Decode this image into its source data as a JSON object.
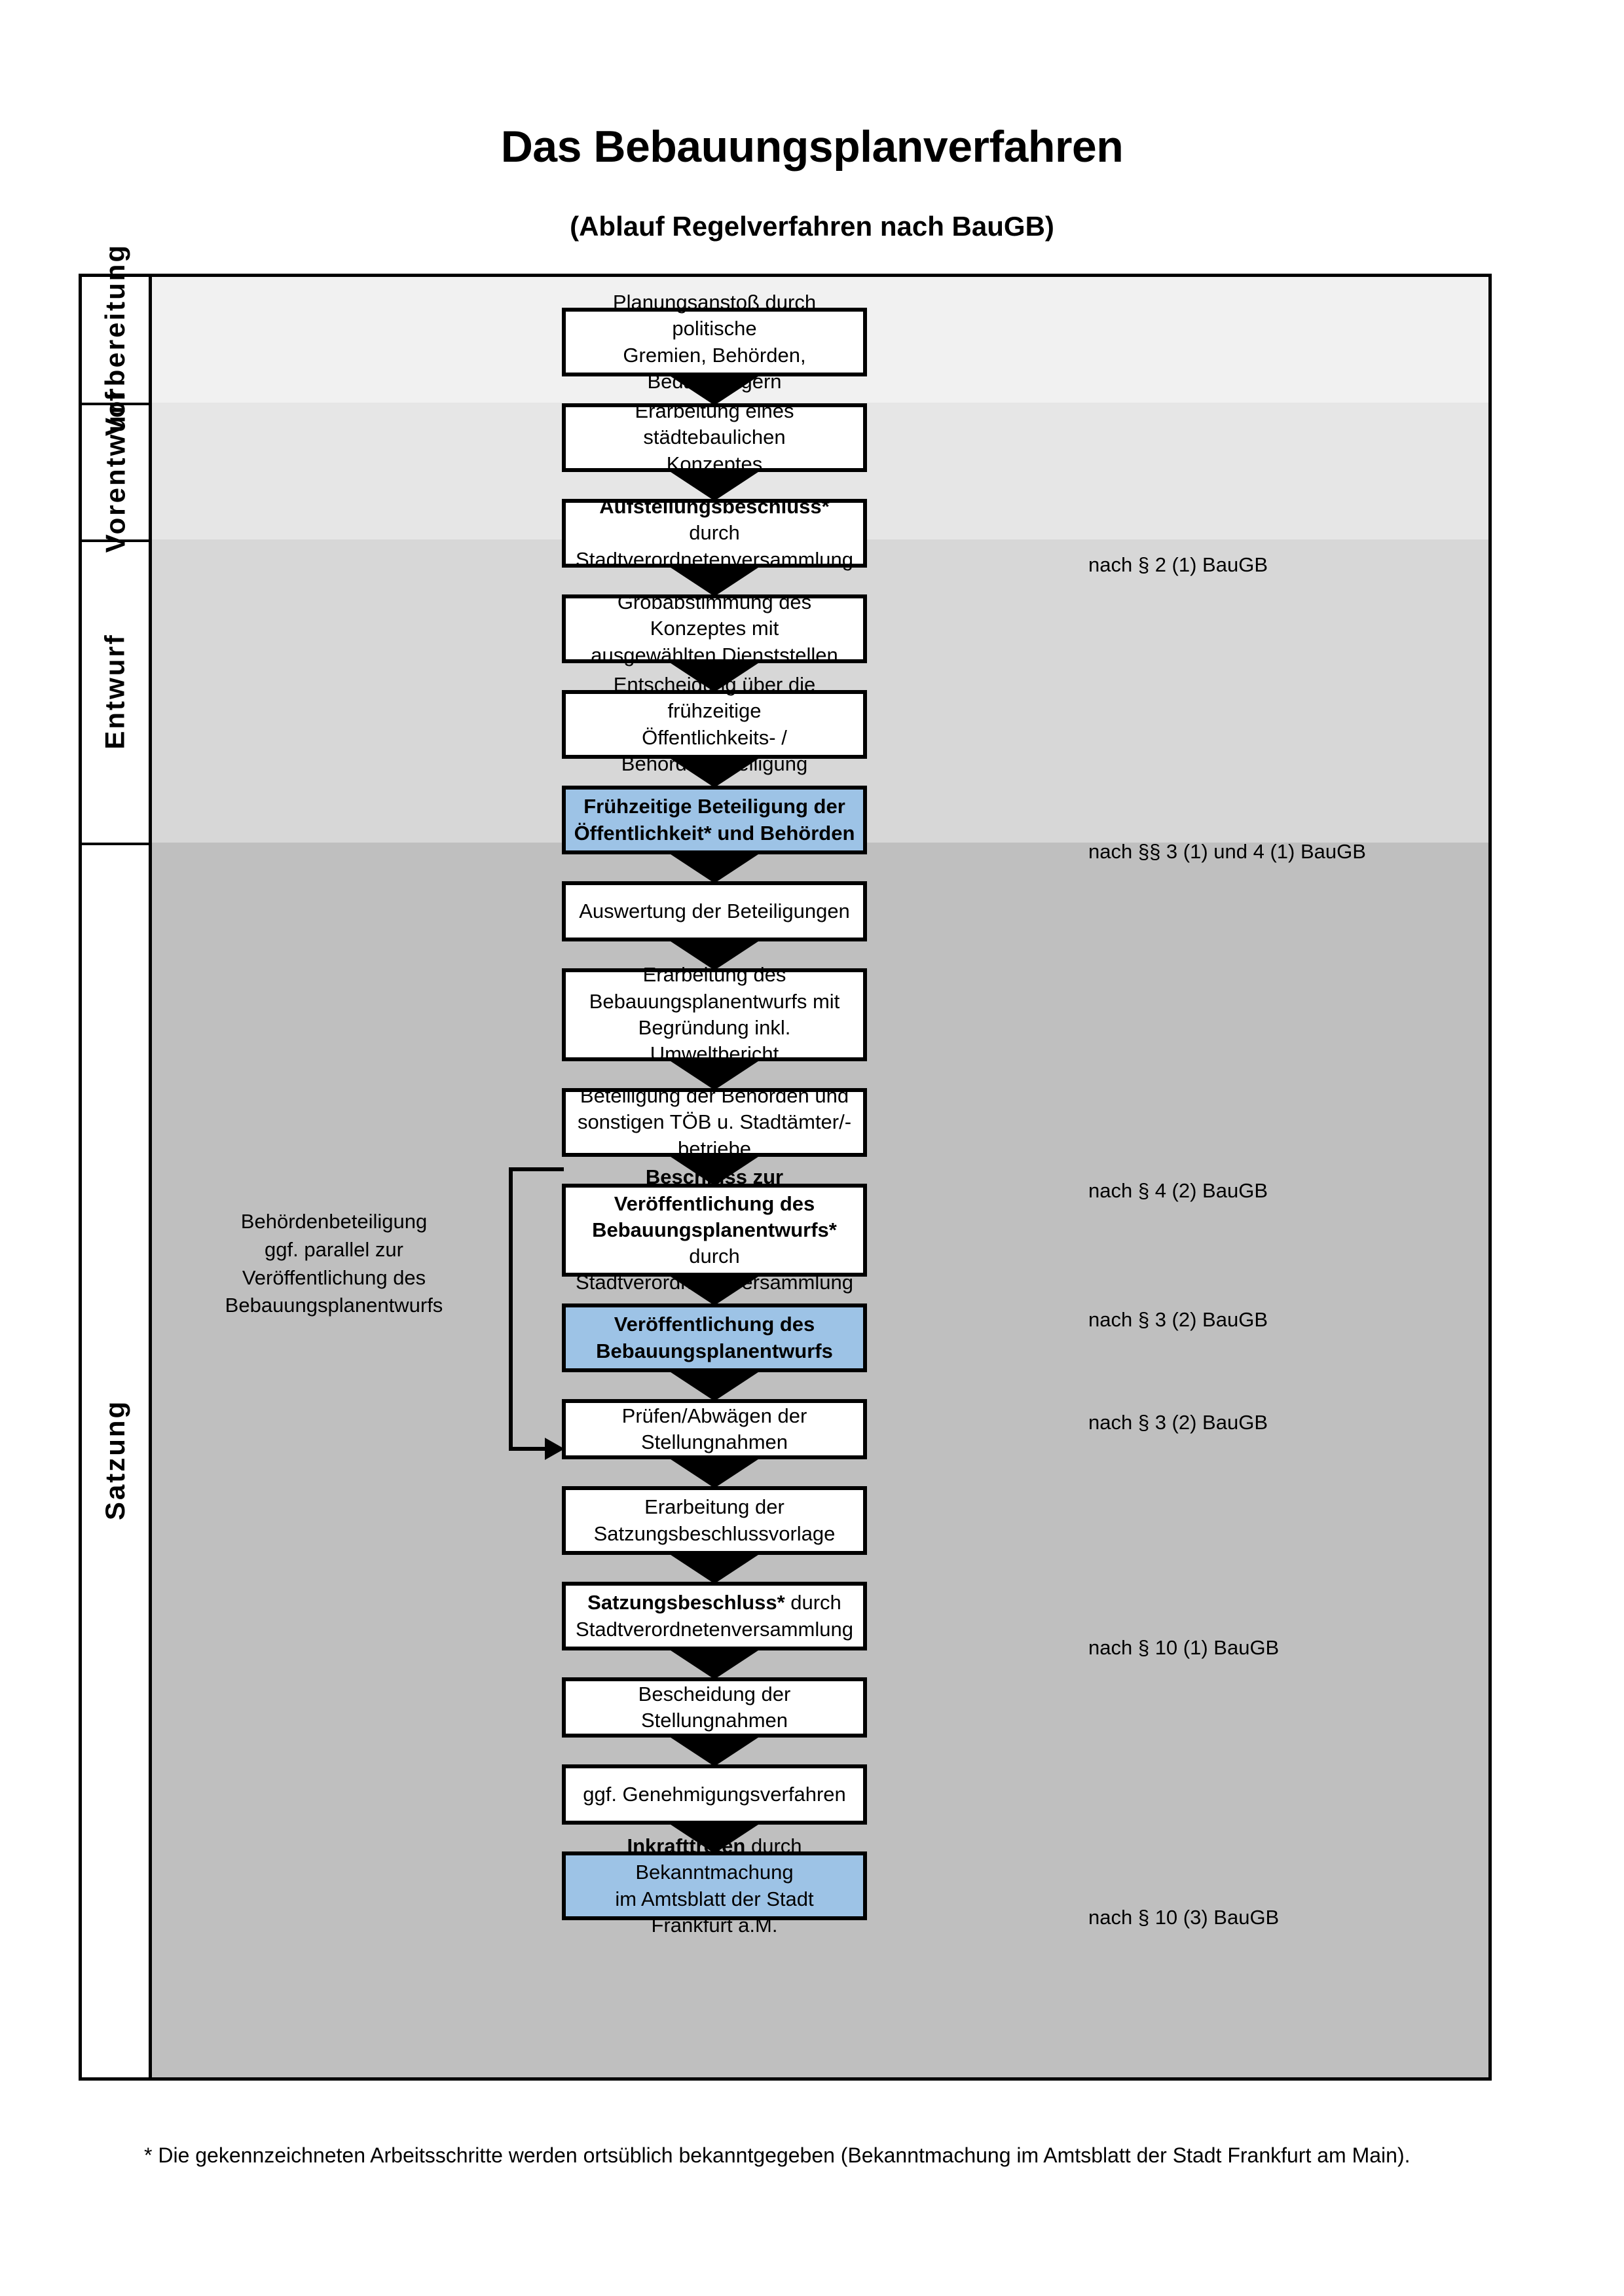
{
  "document": {
    "title": "Das Bebauungsplanverfahren",
    "subtitle": "(Ablauf Regelverfahren nach BauGB)",
    "footnote": "* Die gekennzeichneten Arbeitsschritte werden ortsüblich bekanntgegeben (Bekanntmachung im Amtsblatt  der Stadt Frankfurt am Main)."
  },
  "colors": {
    "band_vorbereitung": "#f1f1f1",
    "band_vorentwurf": "#e6e6e6",
    "band_entwurf": "#d7d7d7",
    "band_satzung": "#bfbfbf",
    "highlight_blue": "#9dc3e6",
    "line": "#000000"
  },
  "sections": [
    {
      "key": "vorbereitung",
      "label": "Vorbereitung"
    },
    {
      "key": "vorentwurf",
      "label": "Vorentwurf"
    },
    {
      "key": "entwurf",
      "label": "Entwurf"
    },
    {
      "key": "satzung",
      "label": "Satzung"
    }
  ],
  "steps": [
    {
      "id": 1,
      "section": "vorbereitung",
      "lines": [
        "Planungsanstoß durch politische",
        "Gremien, Behörden, Bedarfsträgern"
      ],
      "bold_prefix": "",
      "highlighted": false
    },
    {
      "id": 2,
      "section": "vorbereitung",
      "lines": [
        "Erarbeitung eines städtebaulichen",
        "Konzeptes"
      ],
      "bold_prefix": "",
      "highlighted": false
    },
    {
      "id": 3,
      "section": "vorbereitung",
      "lines": [
        "Aufstellungsbeschluss* durch",
        "Stadtverordnetenversammlung"
      ],
      "bold_prefix": "Aufstellungsbeschluss*",
      "bold_rest": " durch",
      "line2": "Stadtverordnetenversammlung",
      "highlighted": false
    },
    {
      "id": 4,
      "section": "vorentwurf",
      "lines": [
        "Grobabstimmung des Konzeptes mit",
        "ausgewählten Dienststellen"
      ],
      "bold_prefix": "",
      "highlighted": false
    },
    {
      "id": 5,
      "section": "vorentwurf",
      "lines": [
        "Entscheidung über die frühzeitige",
        "Öffentlichkeits- / Behördenbeteiligung"
      ],
      "bold_prefix": "",
      "highlighted": false
    },
    {
      "id": 6,
      "section": "vorentwurf",
      "lines": [
        "Frühzeitige Beteiligung der",
        "Öffentlichkeit* und Behörden"
      ],
      "all_bold": true,
      "highlighted": true
    },
    {
      "id": 7,
      "section": "entwurf",
      "lines": [
        "Auswertung der Beteiligungen"
      ],
      "bold_prefix": "",
      "highlighted": false
    },
    {
      "id": 8,
      "section": "entwurf",
      "lines": [
        "Erarbeitung des",
        "Bebauungsplanentwurfs mit",
        "Begründung inkl. Umweltbericht"
      ],
      "bold_prefix": "",
      "highlighted": false
    },
    {
      "id": 9,
      "section": "entwurf",
      "lines": [
        "Beteiligung der Behörden und",
        "sonstigen TÖB u. Stadtämter/-betriebe"
      ],
      "bold_prefix": "",
      "highlighted": false
    },
    {
      "id": 10,
      "section": "entwurf",
      "lines": [
        "Beschluss zur Veröffentlichung des",
        "Bebauungsplanentwurfs* durch",
        "Stadtverordnetenversammlung"
      ],
      "bold_prefix": "Beschluss zur Veröffentlichung des Bebauungsplanentwurfs*",
      "bold_rest": " durch",
      "line2": "Stadtverordnetenversammlung",
      "highlighted": false
    },
    {
      "id": 11,
      "section": "entwurf",
      "lines": [
        "Veröffentlichung des",
        "Bebauungsplanentwurfs"
      ],
      "all_bold": true,
      "highlighted": true
    },
    {
      "id": 12,
      "section": "satzung",
      "lines": [
        "Prüfen/Abwägen der Stellungnahmen"
      ],
      "bold_prefix": "",
      "highlighted": false
    },
    {
      "id": 13,
      "section": "satzung",
      "lines": [
        "Erarbeitung der",
        "Satzungsbeschlussvorlage"
      ],
      "bold_prefix": "",
      "highlighted": false
    },
    {
      "id": 14,
      "section": "satzung",
      "lines": [
        "Satzungsbeschluss* durch",
        "Stadtverordnetenversammlung"
      ],
      "bold_prefix": "Satzungsbeschluss*",
      "bold_rest": " durch",
      "line2": "Stadtverordnetenversammlung",
      "highlighted": false
    },
    {
      "id": 15,
      "section": "satzung",
      "lines": [
        "Bescheidung der Stellungnahmen"
      ],
      "bold_prefix": "",
      "highlighted": false
    },
    {
      "id": 16,
      "section": "satzung",
      "lines": [
        "ggf. Genehmigungsverfahren"
      ],
      "bold_prefix": "",
      "highlighted": false
    },
    {
      "id": 17,
      "section": "satzung",
      "lines": [
        "Inkrafttreten durch Bekanntmachung",
        "im Amtsblatt der Stadt Frankfurt a.M."
      ],
      "bold_prefix": "Inkrafttreten",
      "bold_rest": " durch Bekanntmachung",
      "line2": "im Amtsblatt der Stadt Frankfurt a.M.",
      "highlighted": true
    }
  ],
  "annotations": [
    {
      "key": "a1",
      "text": "nach § 2 (1) BauGB"
    },
    {
      "key": "a2",
      "text": "nach §§ 3 (1) und 4 (1) BauGB"
    },
    {
      "key": "a3",
      "text": "nach § 4 (2) BauGB"
    },
    {
      "key": "a4",
      "text": "nach § 3 (2) BauGB"
    },
    {
      "key": "a5",
      "text": "nach § 3 (2) BauGB"
    },
    {
      "key": "a6",
      "text": "nach § 10 (1) BauGB"
    },
    {
      "key": "a7",
      "text": "nach § 10 (3) BauGB"
    }
  ],
  "sidenote": {
    "lines": [
      "Behördenbeteiligung",
      "ggf. parallel zur",
      "Veröffentlichung des",
      "Bebauungsplanentwurfs"
    ]
  },
  "step_text": {
    "s1l1": "Planungsanstoß durch politische",
    "s1l2": "Gremien, Behörden, Bedarfsträgern",
    "s2l1": "Erarbeitung eines städtebaulichen",
    "s2l2": "Konzeptes",
    "s3b": "Aufstellungsbeschluss*",
    "s3r": " durch",
    "s3l2": "Stadtverordnetenversammlung",
    "s4l1": "Grobabstimmung des Konzeptes mit",
    "s4l2": "ausgewählten Dienststellen",
    "s5l1": "Entscheidung über die frühzeitige",
    "s5l2": "Öffentlichkeits- / Behördenbeteiligung",
    "s6l1": "Frühzeitige Beteiligung der",
    "s6l2": "Öffentlichkeit* und Behörden",
    "s7l1": "Auswertung der Beteiligungen",
    "s8l1": "Erarbeitung des",
    "s8l2": "Bebauungsplanentwurfs mit",
    "s8l3": "Begründung inkl. Umweltbericht",
    "s9l1": "Beteiligung der Behörden und",
    "s9l2": "sonstigen TÖB u. Stadtämter/-betriebe",
    "s10b1": "Beschluss zur Veröffentlichung des",
    "s10b2": "Bebauungsplanentwurfs*",
    "s10r": " durch",
    "s10l3": "Stadtverordnetenversammlung",
    "s11l1": "Veröffentlichung des",
    "s11l2": "Bebauungsplanentwurfs",
    "s12l1": "Prüfen/Abwägen der Stellungnahmen",
    "s13l1": "Erarbeitung der",
    "s13l2": "Satzungsbeschlussvorlage",
    "s14b": "Satzungsbeschluss*",
    "s14r": " durch",
    "s14l2": "Stadtverordnetenversammlung",
    "s15l1": "Bescheidung der Stellungnahmen",
    "s16l1": "ggf. Genehmigungsverfahren",
    "s17b": "Inkrafttreten",
    "s17r": " durch Bekanntmachung",
    "s17l2": "im Amtsblatt der Stadt Frankfurt a.M.",
    "sn1": "Behördenbeteiligung",
    "sn2": "ggf. parallel zur",
    "sn3": "Veröffentlichung des",
    "sn4": "Bebauungsplanentwurfs"
  }
}
